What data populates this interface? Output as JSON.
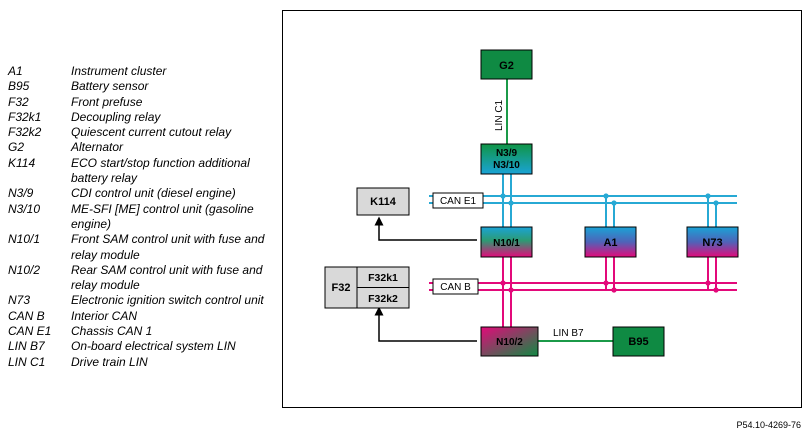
{
  "legend": [
    {
      "code": "A1",
      "desc": "Instrument cluster"
    },
    {
      "code": "B95",
      "desc": "Battery sensor"
    },
    {
      "code": "F32",
      "desc": "Front prefuse"
    },
    {
      "code": "F32k1",
      "desc": "Decoupling relay"
    },
    {
      "code": "F32k2",
      "desc": "Quiescent current cutout relay"
    },
    {
      "code": "G2",
      "desc": "Alternator"
    },
    {
      "code": "K114",
      "desc": "ECO start/stop function additional battery relay"
    },
    {
      "code": "N3/9",
      "desc": "CDI control unit (diesel engine)"
    },
    {
      "code": "N3/10",
      "desc": "ME-SFI [ME] control unit (gasoline engine)"
    },
    {
      "code": "N10/1",
      "desc": "Front SAM control unit with fuse and relay module"
    },
    {
      "code": "N10/2",
      "desc": "Rear SAM control unit with fuse and relay module"
    },
    {
      "code": "N73",
      "desc": "Electronic ignition switch control unit"
    },
    {
      "code": "CAN B",
      "desc": "Interior CAN"
    },
    {
      "code": "CAN E1",
      "desc": "Chassis CAN 1"
    },
    {
      "code": "LIN B7",
      "desc": "On-board electrical system LIN"
    },
    {
      "code": "LIN C1",
      "desc": "Drive train LIN"
    }
  ],
  "diagram": {
    "g2": "G2",
    "n39": "N3/9",
    "n310": "N3/10",
    "k114": "K114",
    "f32": "F32",
    "f32k1": "F32k1",
    "f32k2": "F32k2",
    "n101": "N10/1",
    "a1": "A1",
    "n73": "N73",
    "n102": "N10/2",
    "b95": "B95",
    "lin_c1": "LIN C1",
    "can_e1": "CAN E1",
    "can_b": "CAN B",
    "lin_b7": "LIN B7"
  },
  "colors": {
    "can_e1": "#27a9d4",
    "can_b": "#e3097a",
    "lin": "#1b9a48",
    "green_box": "#0f8a43",
    "gray_box": "#d9d9d9"
  },
  "doc_id": "P54.10-4269-76"
}
